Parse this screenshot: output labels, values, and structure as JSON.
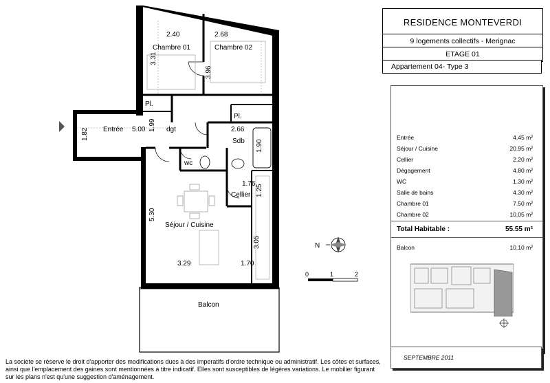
{
  "plan": {
    "rooms": {
      "chambre01": "Chambre 01",
      "chambre02": "Chambre 02",
      "entree": "Entrée",
      "dgt": "dgt",
      "pl1": "Pl.",
      "pl2": "Pl.",
      "sdb": "Sdb",
      "wc": "wc",
      "cellier": "Cellier",
      "sejour": "Séjour / Cuisine",
      "balcon": "Balcon"
    },
    "dims": {
      "d_240": "2.40",
      "d_268": "2.68",
      "d_331": "3.31",
      "d_396": "3.96",
      "d_199": "1.99",
      "d_500": "5.00",
      "d_182": "1.82",
      "d_266": "2.66",
      "d_190": "1.90",
      "d_176": "1.76",
      "d_125": "1.25",
      "d_530": "5.30",
      "d_305": "3.05",
      "d_329": "3.29",
      "d_170": "1.70"
    },
    "compass_label": "N",
    "scale": {
      "s0": "0",
      "s1": "1",
      "s2": "2"
    }
  },
  "panel": {
    "title": "RESIDENCE MONTEVERDI",
    "subtitle": "9 logements collectifs - Merignac",
    "etage": "ETAGE 01",
    "appartement": "Appartement  04- Type 3",
    "surfaces": [
      {
        "label": "Entrée",
        "value": "4.45 m²"
      },
      {
        "label": "Séjour / Cuisine",
        "value": "20.95 m²"
      },
      {
        "label": "Cellier",
        "value": "2.20 m²"
      },
      {
        "label": "Dégagement",
        "value": "4.80 m²"
      },
      {
        "label": "WC",
        "value": "1.30 m²"
      },
      {
        "label": "Salle de bains",
        "value": "4.30 m²"
      },
      {
        "label": "Chambre 01",
        "value": "7.50 m²"
      },
      {
        "label": "Chambre 02",
        "value": "10.05 m²"
      }
    ],
    "total": {
      "label": "Total Habitable   :",
      "value": "55.55 m²"
    },
    "balcon": {
      "label": "Balcon",
      "value": "10.10 m²"
    },
    "date": "SEPTEMBRE 2011"
  },
  "disclaimer": "La societe se réserve le droit d'apporter des modifications dues à des imperatifs d'ordre technique ou administratif. Les côtes et surfaces, ainsi que l'emplacement des gaines sont mentionnées à titre indicatif. Elles sont susceptibles de légères variations. Le mobilier figurant sur les plans n'est qu'une suggestion d'aménagement."
}
